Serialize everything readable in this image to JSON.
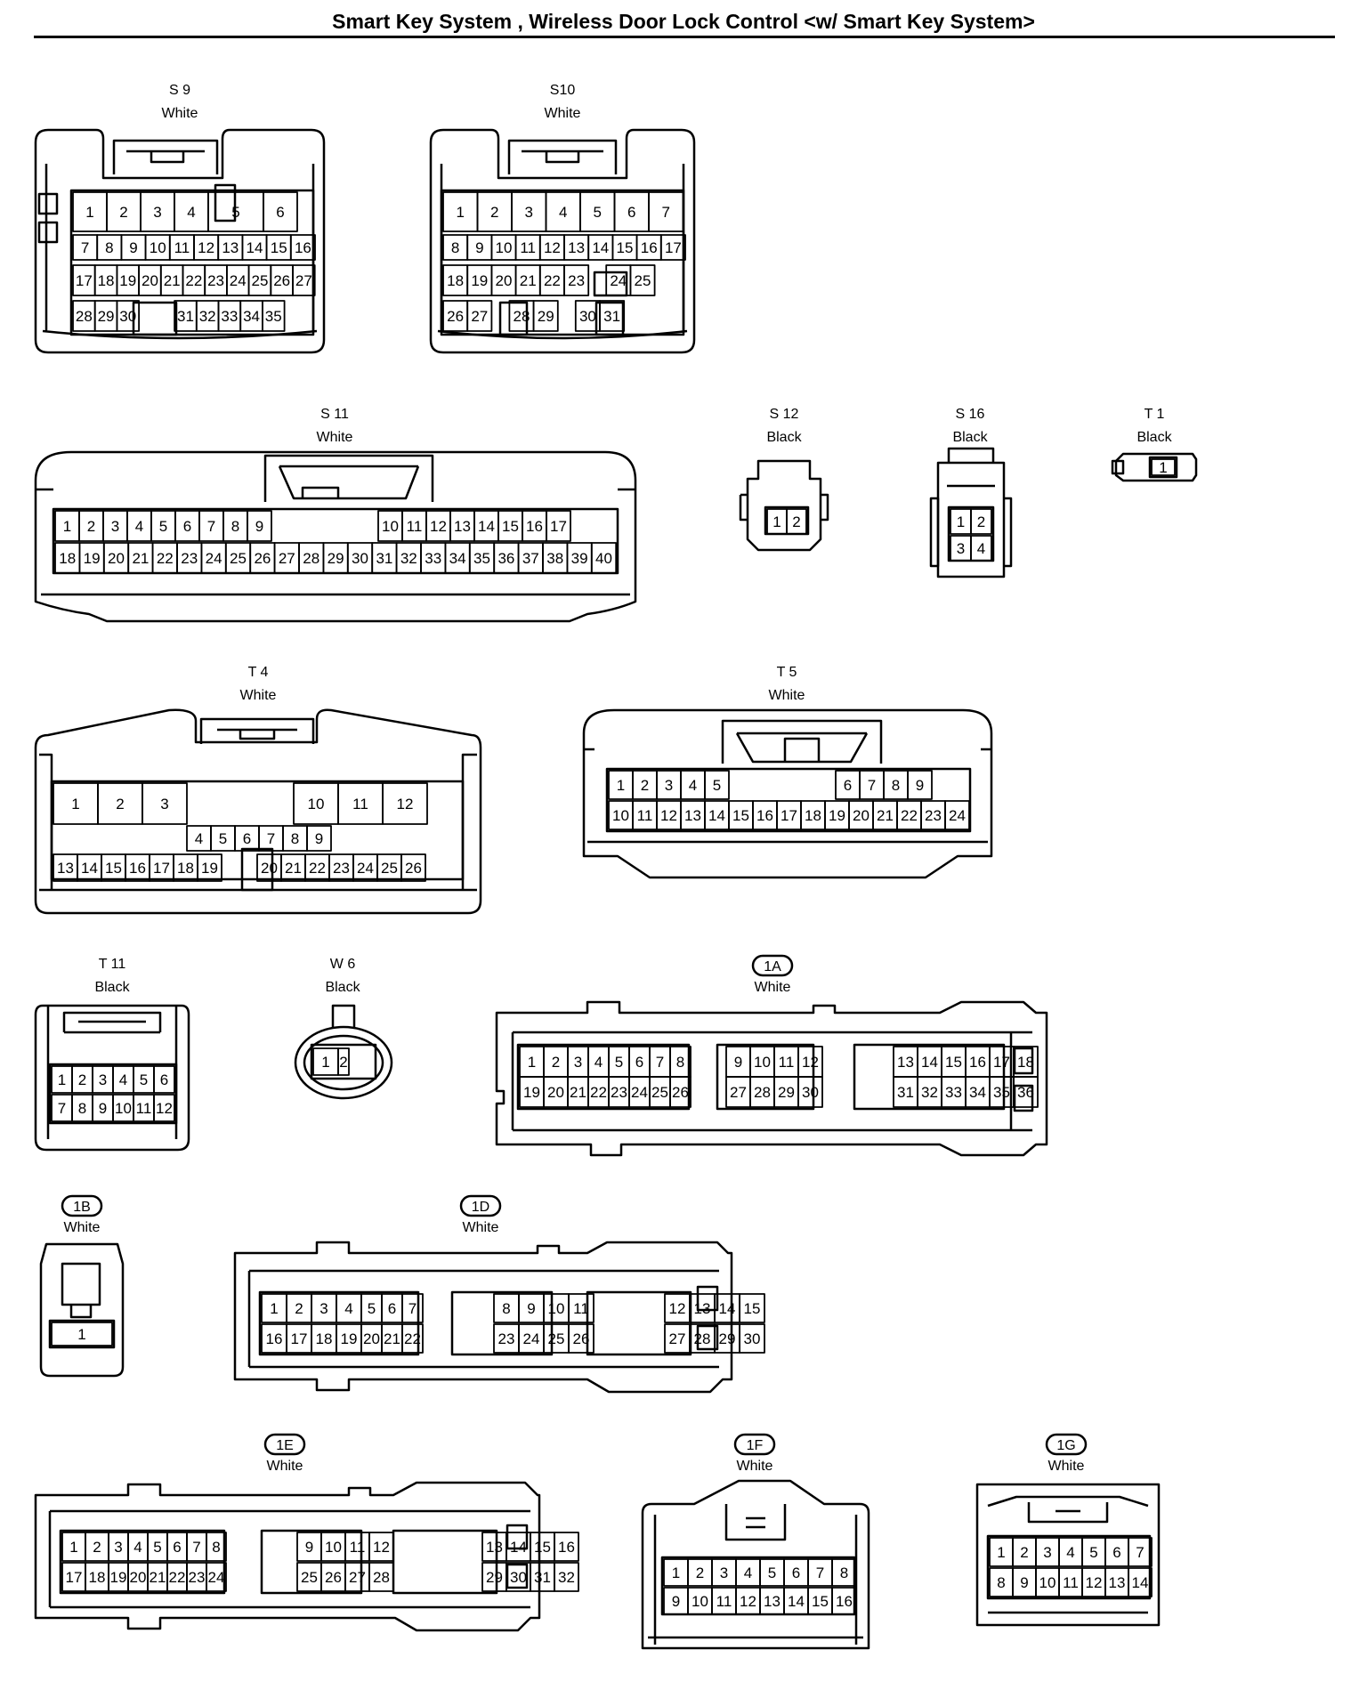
{
  "title": "Smart Key System , Wireless Door Lock Control <w/ Smart Key System>",
  "connectors": [
    {
      "id": "S 9",
      "color": "White",
      "circled": false,
      "rows": [
        [
          "1",
          "2",
          "3",
          "4",
          "5",
          "6"
        ],
        [
          "7",
          "8",
          "9",
          "10",
          "11",
          "12",
          "13",
          "14",
          "15",
          "16"
        ],
        [
          "17",
          "18",
          "19",
          "20",
          "21",
          "22",
          "23",
          "24",
          "25",
          "26",
          "27"
        ],
        [
          "28",
          "29",
          "30",
          "31",
          "32",
          "33",
          "34",
          "35"
        ]
      ]
    },
    {
      "id": "S10",
      "color": "White",
      "circled": false,
      "rows": [
        [
          "1",
          "2",
          "3",
          "4",
          "5",
          "6",
          "7"
        ],
        [
          "8",
          "9",
          "10",
          "11",
          "12",
          "13",
          "14",
          "15",
          "16",
          "17"
        ],
        [
          "18",
          "19",
          "20",
          "21",
          "22",
          "23",
          "24",
          "25"
        ],
        [
          "26",
          "27",
          "28",
          "29",
          "30",
          "31"
        ]
      ]
    },
    {
      "id": "S 11",
      "color": "White",
      "circled": false,
      "rows": [
        [
          "1",
          "2",
          "3",
          "4",
          "5",
          "6",
          "7",
          "8",
          "9",
          "10",
          "11",
          "12",
          "13",
          "14",
          "15",
          "16",
          "17"
        ],
        [
          "18",
          "19",
          "20",
          "21",
          "22",
          "23",
          "24",
          "25",
          "26",
          "27",
          "28",
          "29",
          "30",
          "31",
          "32",
          "33",
          "34",
          "35",
          "36",
          "37",
          "38",
          "39",
          "40"
        ]
      ]
    },
    {
      "id": "S 12",
      "color": "Black",
      "circled": false,
      "rows": [
        [
          "1",
          "2"
        ]
      ]
    },
    {
      "id": "S 16",
      "color": "Black",
      "circled": false,
      "rows": [
        [
          "1",
          "2"
        ],
        [
          "3",
          "4"
        ]
      ]
    },
    {
      "id": "T 1",
      "color": "Black",
      "circled": false,
      "rows": [
        [
          "1"
        ]
      ]
    },
    {
      "id": "T 4",
      "color": "White",
      "circled": false,
      "rows": [
        [
          "1",
          "2",
          "3",
          "10",
          "11",
          "12"
        ],
        [
          "4",
          "5",
          "6",
          "7",
          "8",
          "9"
        ],
        [
          "13",
          "14",
          "15",
          "16",
          "17",
          "18",
          "19",
          "20",
          "21",
          "22",
          "23",
          "24",
          "25",
          "26"
        ]
      ]
    },
    {
      "id": "T 5",
      "color": "White",
      "circled": false,
      "rows": [
        [
          "1",
          "2",
          "3",
          "4",
          "5",
          "6",
          "7",
          "8",
          "9"
        ],
        [
          "10",
          "11",
          "12",
          "13",
          "14",
          "15",
          "16",
          "17",
          "18",
          "19",
          "20",
          "21",
          "22",
          "23",
          "24"
        ]
      ]
    },
    {
      "id": "T 11",
      "color": "Black",
      "circled": false,
      "rows": [
        [
          "1",
          "2",
          "3",
          "4",
          "5",
          "6"
        ],
        [
          "7",
          "8",
          "9",
          "10",
          "11",
          "12"
        ]
      ]
    },
    {
      "id": "W 6",
      "color": "Black",
      "circled": false,
      "rows": [
        [
          "1",
          "2"
        ]
      ]
    },
    {
      "id": "1A",
      "color": "White",
      "circled": true,
      "rows": [
        [
          "1",
          "2",
          "3",
          "4",
          "5",
          "6",
          "7",
          "8",
          "9",
          "10",
          "11",
          "12",
          "13",
          "14",
          "15",
          "16",
          "17",
          "18"
        ],
        [
          "19",
          "20",
          "21",
          "22",
          "23",
          "24",
          "25",
          "26",
          "27",
          "28",
          "29",
          "30",
          "31",
          "32",
          "33",
          "34",
          "35",
          "36"
        ]
      ]
    },
    {
      "id": "1B",
      "color": "White",
      "circled": true,
      "rows": [
        [
          "1"
        ]
      ]
    },
    {
      "id": "1D",
      "color": "White",
      "circled": true,
      "rows": [
        [
          "1",
          "2",
          "3",
          "4",
          "5",
          "6",
          "7",
          "8",
          "9",
          "10",
          "11",
          "12",
          "13",
          "14",
          "15"
        ],
        [
          "16",
          "17",
          "18",
          "19",
          "20",
          "21",
          "22",
          "23",
          "24",
          "25",
          "26",
          "27",
          "28",
          "29",
          "30"
        ]
      ]
    },
    {
      "id": "1E",
      "color": "White",
      "circled": true,
      "rows": [
        [
          "1",
          "2",
          "3",
          "4",
          "5",
          "6",
          "7",
          "8",
          "9",
          "10",
          "11",
          "12",
          "13",
          "14",
          "15",
          "16"
        ],
        [
          "17",
          "18",
          "19",
          "20",
          "21",
          "22",
          "23",
          "24",
          "25",
          "26",
          "27",
          "28",
          "29",
          "30",
          "31",
          "32"
        ]
      ]
    },
    {
      "id": "1F",
      "color": "White",
      "circled": true,
      "rows": [
        [
          "1",
          "2",
          "3",
          "4",
          "5",
          "6",
          "7",
          "8"
        ],
        [
          "9",
          "10",
          "11",
          "12",
          "13",
          "14",
          "15",
          "16"
        ]
      ]
    },
    {
      "id": "1G",
      "color": "White",
      "circled": true,
      "rows": [
        [
          "1",
          "2",
          "3",
          "4",
          "5",
          "6",
          "7"
        ],
        [
          "8",
          "9",
          "10",
          "11",
          "12",
          "13",
          "14"
        ]
      ]
    }
  ]
}
